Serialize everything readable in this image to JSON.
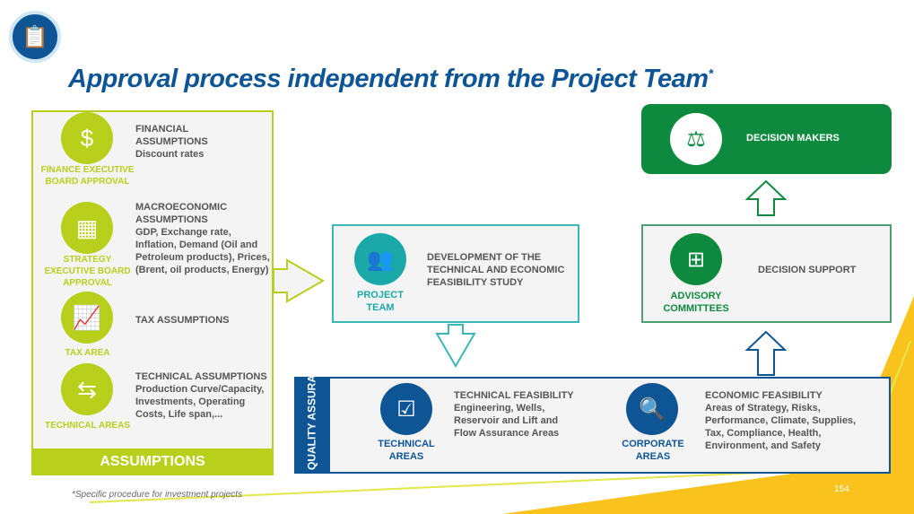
{
  "title": "Approval process independent from the Project Team",
  "title_mark": "*",
  "assumptions": {
    "footer": "ASSUMPTIONS",
    "items": [
      {
        "icon": "financial-report-icon",
        "label": "FINANCE EXECUTIVE BOARD APPROVAL",
        "heading": "FINANCIAL ASSUMPTIONS",
        "detail": "Discount rates"
      },
      {
        "icon": "presentation-board-icon",
        "label": "STRATEGY EXECUTIVE BOARD APPROVAL",
        "heading": "MACROECONOMIC ASSUMPTIONS",
        "detail": "GDP, Exchange rate, Inflation, Demand (Oil and Petroleum products), Prices, (Brent, oil products, Energy)"
      },
      {
        "icon": "growth-chart-icon",
        "label": "TAX AREA",
        "heading": "TAX ASSUMPTIONS",
        "detail": ""
      },
      {
        "icon": "signpost-icon",
        "label": "TECHNICAL AREAS",
        "heading": "TECHNICAL ASSUMPTIONS",
        "detail": "Production Curve/Capacity, Investments, Operating Costs, Life span,..."
      }
    ]
  },
  "project": {
    "label": "PROJECT TEAM",
    "text": "DEVELOPMENT OF THE TECHNICAL AND ECONOMIC FEASIBILITY STUDY"
  },
  "decision_makers": {
    "label": "DECISION MAKERS"
  },
  "advisory": {
    "label": "ADVISORY COMMITTEES",
    "text": "DECISION SUPPORT"
  },
  "quality": {
    "side": "QUALITY ASSURANCE",
    "technical": {
      "label": "TECHNICAL AREAS",
      "heading": "TECHNICAL FEASIBILITY",
      "detail": "Engineering, Wells, Reservoir and Lift and Flow Assurance Areas"
    },
    "corporate": {
      "label": "CORPORATE AREAS",
      "heading": "ECONOMIC FEASIBILITY",
      "detail": "Areas of Strategy, Risks, Performance, Climate, Supplies, Tax, Compliance, Health, Environment, and Safety"
    }
  },
  "footnote": "*Specific procedure for investment projects",
  "page_number": "154"
}
